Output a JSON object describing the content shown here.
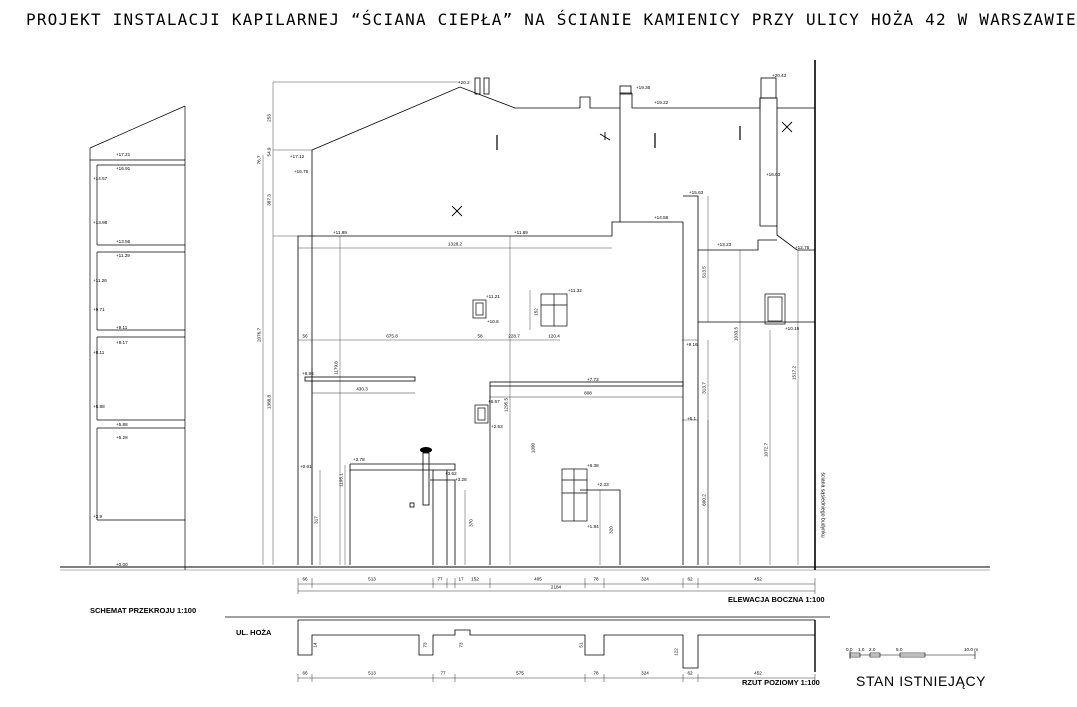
{
  "title": "PROJEKT INSTALACJI KAPILARNEJ “ŚCIANA CIEPŁA” NA ŚCIANIE KAMIENICY PRZY ULICY HOŻA 42 W WARSZAWIE",
  "captions": {
    "section": "SCHEMAT PRZEKROJU 1:100",
    "elevation": "ELEWACJA BOCZNA 1:100",
    "plan": "RZUT POZIOMY 1:100",
    "street": "UL. HOŻA",
    "status": "STAN ISTNIEJĄCY",
    "neighbour": "ściana sąsiedniego budynku"
  },
  "elevation_dims": {
    "bottom_chain": [
      "66",
      "513",
      "77",
      "17",
      "152",
      "405",
      "78",
      "324",
      "62",
      "452"
    ],
    "total": "2184",
    "row_chain": [
      "56",
      "675.8",
      "58",
      "228.7",
      "120.4"
    ],
    "ridge_width": "1328.2",
    "ledge_width": "430.3",
    "middle_width": "808",
    "vertical": [
      "253",
      "54.9",
      "76.7",
      "387.3",
      "2076.7",
      "1388.8",
      "1179.8",
      "317",
      "1195.1",
      "1295.5",
      "1090",
      "370",
      "320",
      "513.5",
      "313.7",
      "1033.5",
      "1072.7",
      "600.2",
      "1517.2",
      "152"
    ]
  },
  "elevation_marks": [
    "+20.2",
    "+19.36",
    "+20.43",
    "+19.22",
    "+17.12",
    "+16.76",
    "+15.63",
    "+16.03",
    "+14.58",
    "+13.23",
    "+12.76",
    "+11.89",
    "+11.89",
    "+11.21",
    "+11.32",
    "+10.6",
    "+10.16",
    "+9.16",
    "+8.96",
    "+7.73",
    "+6.67",
    "+6.1",
    "+6.38",
    "+3.78",
    "+3.62",
    "+3.28",
    "+2.33",
    "+2.53",
    "+1.84",
    "+0.61",
    "+17.21",
    "+16.91",
    "+14.57",
    "+13.98",
    "+13.56",
    "+11.29",
    "+11.26",
    "+9.71",
    "+9.11",
    "+8.11",
    "+8.17",
    "+5.88",
    "+5.88",
    "+5.28",
    "+2.9",
    "+0.00"
  ],
  "plan_dims": {
    "bottom_chain": [
      "66",
      "513",
      "77",
      "575",
      "78",
      "324",
      "62",
      "452"
    ],
    "recesses": [
      "14",
      "73",
      "73",
      "51",
      "122"
    ]
  },
  "scale_bar": [
    "0.0",
    "1.0",
    "2.0",
    "5.0",
    "10.0 m"
  ]
}
